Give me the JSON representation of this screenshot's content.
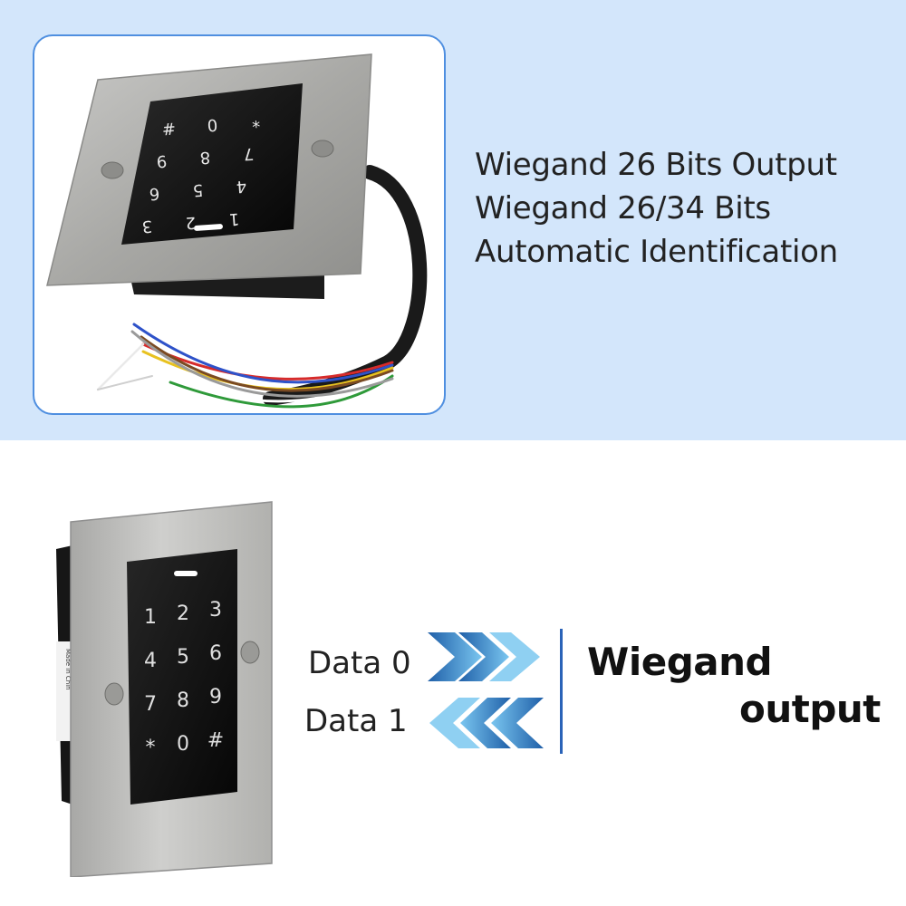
{
  "features": {
    "line1": "Wiegand 26 Bits Output",
    "line2": "Wiegand 26/34 Bits",
    "line3": "Automatic Identification"
  },
  "diagram": {
    "data0_label": "Data 0",
    "data1_label": "Data 1",
    "title_line1": "Wiegand",
    "title_line2": "output"
  },
  "device_top": {
    "keys": [
      "#",
      "0",
      "*",
      "9",
      "8",
      "7",
      "6",
      "5",
      "4",
      "3",
      "2",
      "1"
    ]
  },
  "device_bottom": {
    "keys": [
      "1",
      "2",
      "3",
      "4",
      "5",
      "6",
      "7",
      "8",
      "9",
      "*",
      "0",
      "#"
    ],
    "label_text": "Made in Chin"
  },
  "colors": {
    "band": "#d3e6fb",
    "card_border": "#4f8fe0",
    "arrow_dark": "#1f5fa8",
    "arrow_light": "#6fc0ee",
    "divider": "#2a63b8"
  }
}
